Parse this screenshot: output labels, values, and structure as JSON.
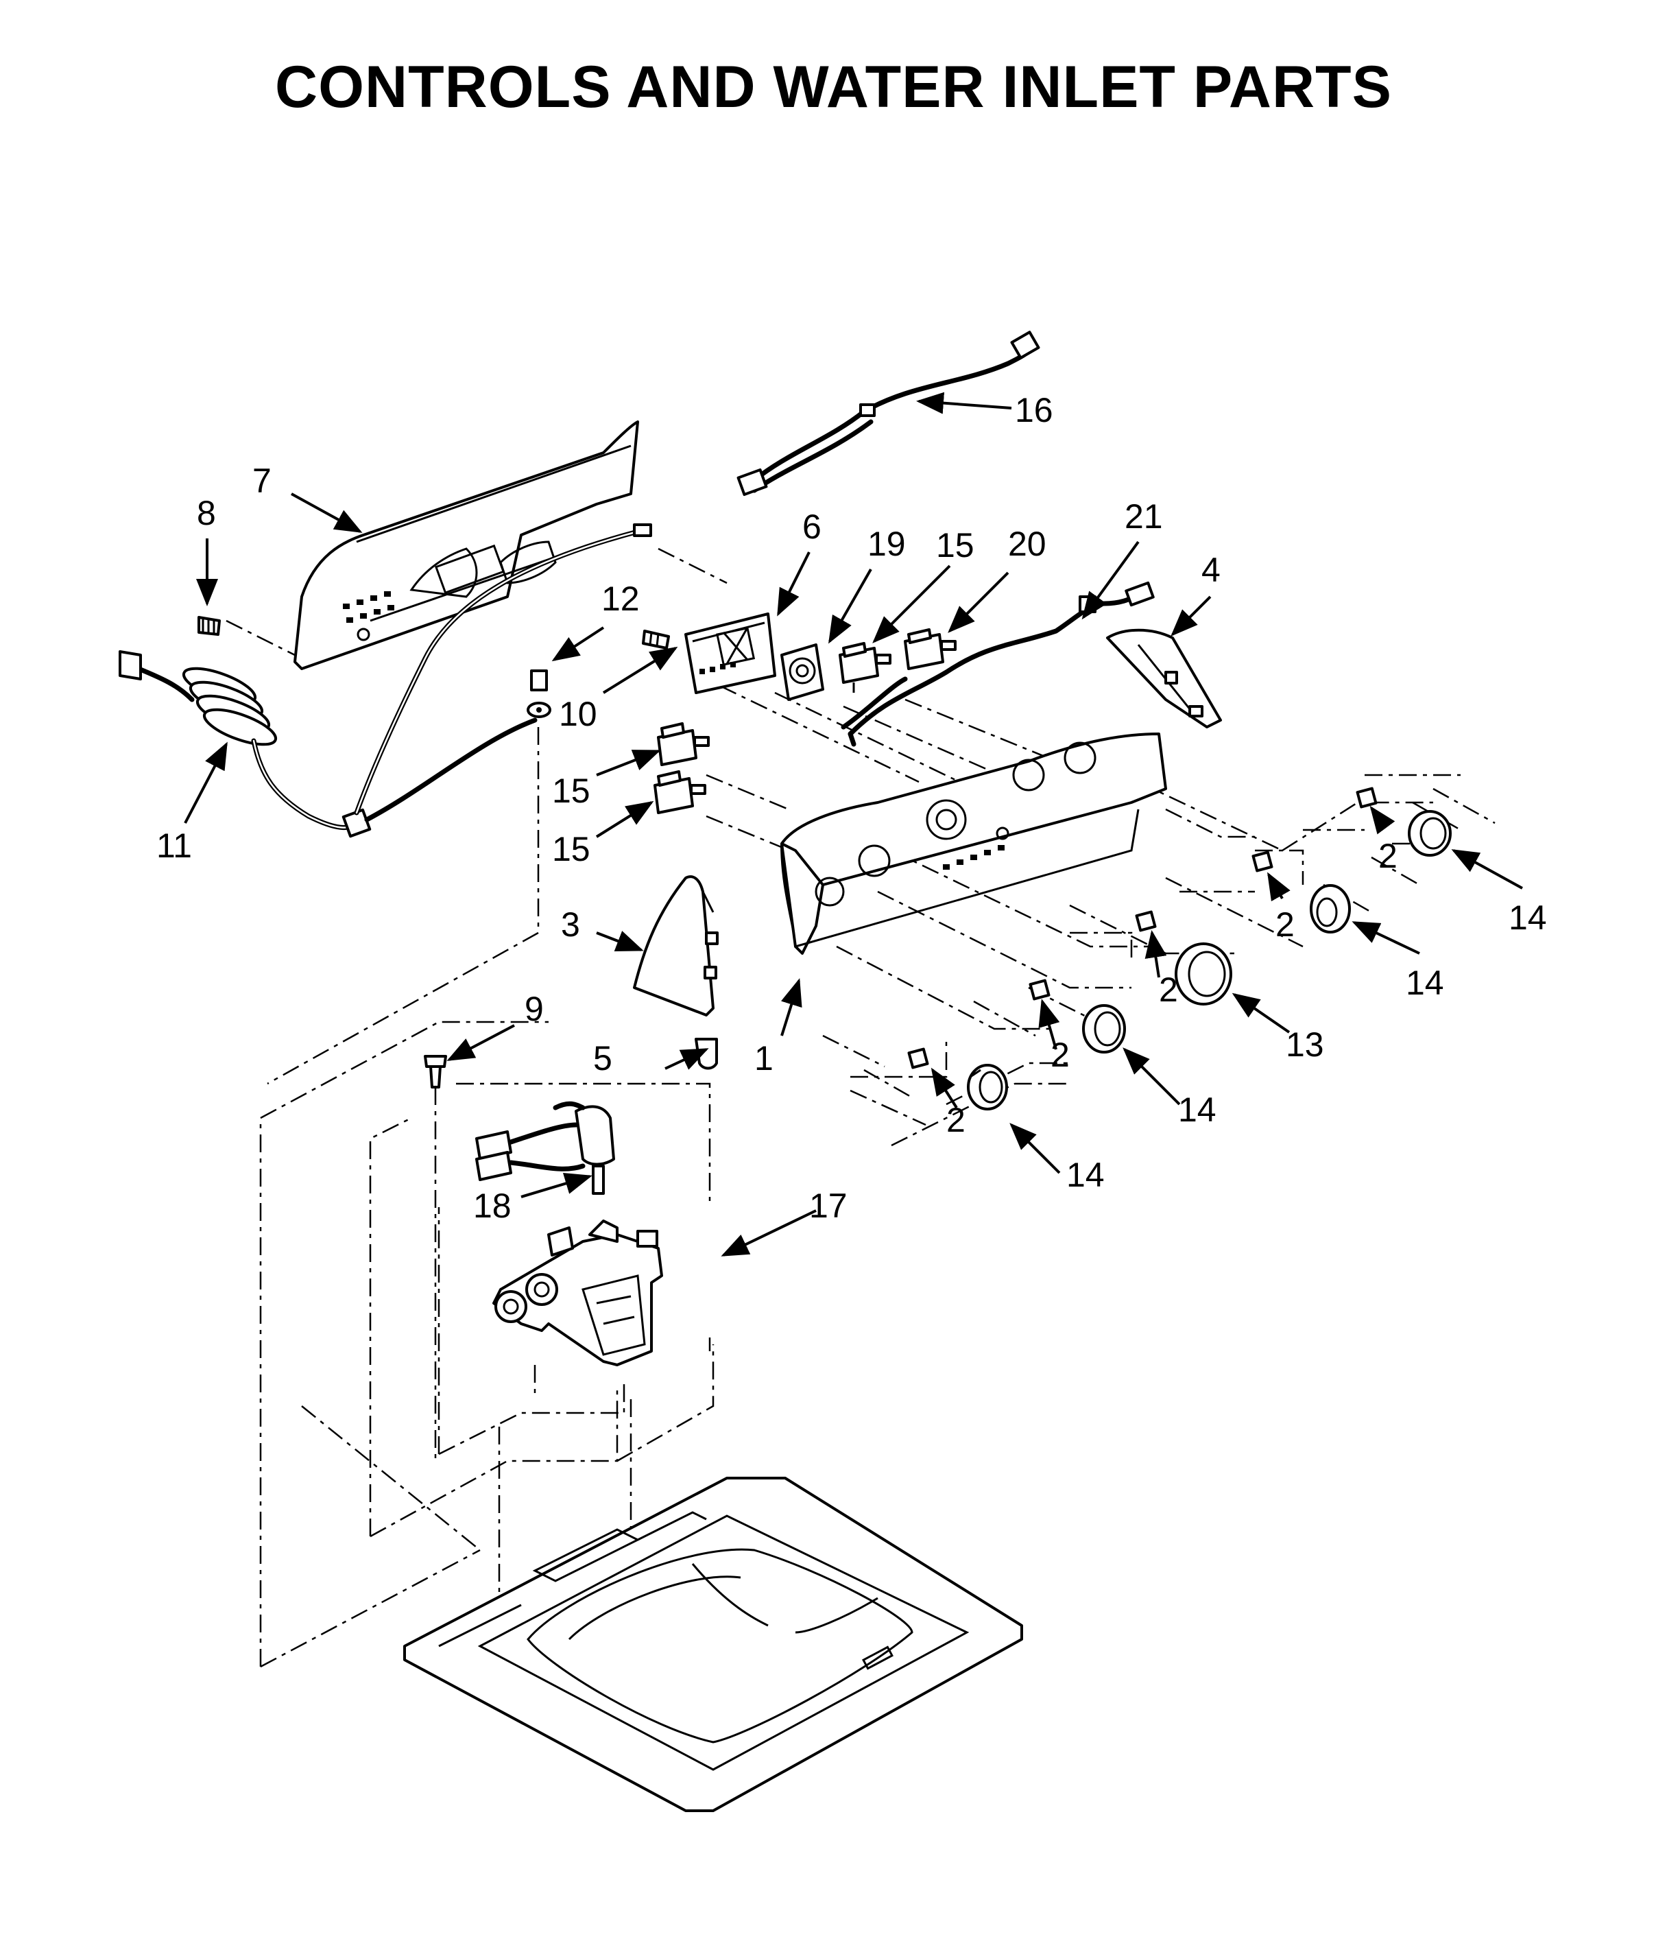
{
  "title": "CONTROLS AND WATER INLET PARTS",
  "callouts": {
    "c1": "1",
    "c2a": "2",
    "c2b": "2",
    "c2c": "2",
    "c2d": "2",
    "c2e": "2",
    "c3": "3",
    "c4": "4",
    "c5": "5",
    "c6": "6",
    "c7": "7",
    "c8": "8",
    "c9": "9",
    "c10": "10",
    "c11": "11",
    "c12": "12",
    "c13": "13",
    "c14a": "14",
    "c14b": "14",
    "c14c": "14",
    "c14d": "14",
    "c15a": "15",
    "c15b": "15",
    "c15c": "15",
    "c16": "16",
    "c17": "17",
    "c18": "18",
    "c19": "19",
    "c20": "20",
    "c21": "21"
  }
}
